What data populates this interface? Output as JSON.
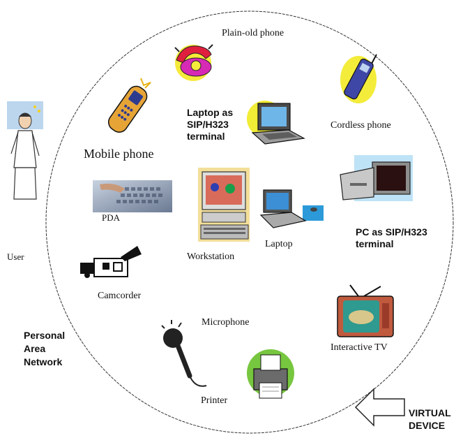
{
  "diagram": {
    "outside": {
      "user": "User",
      "pan_line1": "Personal",
      "pan_line2": "Area",
      "pan_line3": "Network",
      "virtual_line1": "VIRTUAL",
      "virtual_line2": "DEVICE"
    },
    "devices": {
      "plain_old_phone": "Plain-old phone",
      "cordless_phone": "Cordless phone",
      "mobile_phone": "Mobile phone",
      "laptop_sip_line1": "Laptop as",
      "laptop_sip_line2": "SIP/H323",
      "laptop_sip_line3": "terminal",
      "pda": "PDA",
      "workstation": "Workstation",
      "laptop": "Laptop",
      "pc_sip_line1": "PC as SIP/H323",
      "pc_sip_line2": "terminal",
      "camcorder": "Camcorder",
      "microphone": "Microphone",
      "interactive_tv": "Interactive TV",
      "printer": "Printer"
    }
  }
}
